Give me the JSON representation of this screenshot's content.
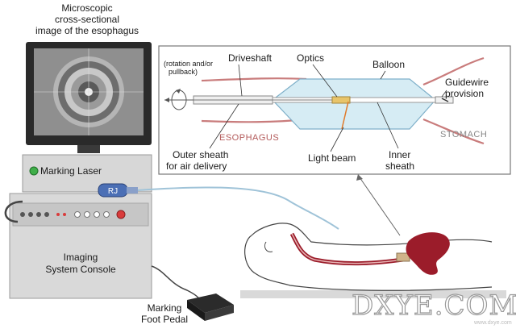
{
  "labels": {
    "microscopic": [
      "Microscopic",
      "cross-sectional",
      "image of the esophagus"
    ],
    "rotation": [
      "(rotation and/or",
      "pullback)"
    ],
    "driveshaft": "Driveshaft",
    "optics": "Optics",
    "balloon": "Balloon",
    "guidewire": [
      "Guidewire",
      "provision"
    ],
    "esophagus": "ESOPHAGUS",
    "stomach": "STOMACH",
    "outer_sheath": [
      "Outer sheath",
      "for air delivery"
    ],
    "light_beam": "Light beam",
    "inner_sheath": [
      "Inner",
      "sheath"
    ],
    "marking_laser": "Marking Laser",
    "rj": "RJ",
    "imaging_console": [
      "Imaging",
      "System Console"
    ],
    "foot_pedal": [
      "Marking",
      "Foot Pedal"
    ],
    "watermark": "DXYE.COM",
    "watermark_small": "www.dxye.com"
  },
  "colors": {
    "tissue": "#c97c7c",
    "stomach_fill": "#9b1c2a",
    "balloon_fill": "#d6ecf4",
    "console_gray": "#d9d9d9",
    "marking_green": "#3fae49",
    "marking_red": "#d93b3b"
  }
}
